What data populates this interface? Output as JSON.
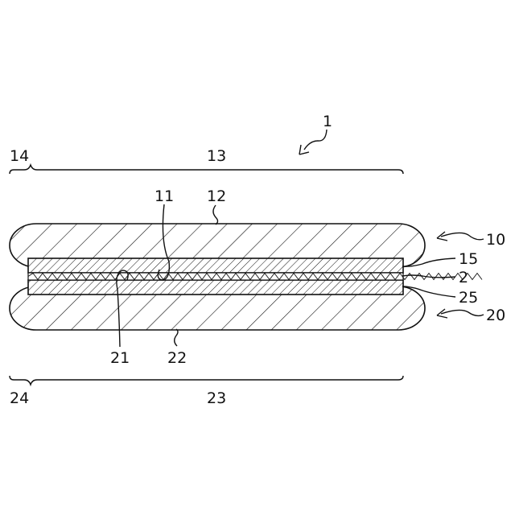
{
  "labels": {
    "assembly": "1",
    "separator": "2",
    "upper_member": "10",
    "upper_inner_surface": "11",
    "upper_outer_surface": "12",
    "upper_main_region": "13",
    "upper_edge_region": "14",
    "upper_plate": "15",
    "lower_member": "20",
    "lower_inner_surface": "21",
    "lower_outer_surface": "22",
    "lower_main_region": "23",
    "lower_edge_region": "24",
    "lower_plate": "25"
  },
  "colors": {
    "stroke": "#111111",
    "background": "#ffffff"
  }
}
